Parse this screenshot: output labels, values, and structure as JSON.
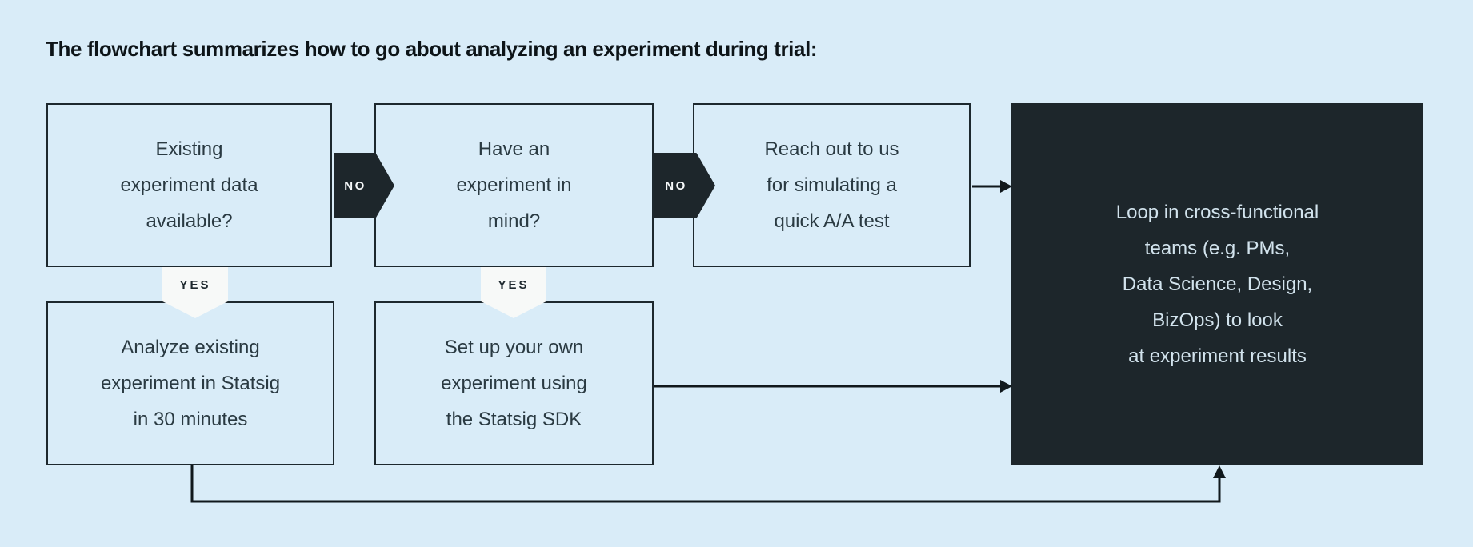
{
  "title": "The flowchart summarizes how to go about analyzing an experiment during trial:",
  "colors": {
    "background": "#d9ecf8",
    "box_border": "#1d282e",
    "box_text": "#2a3a42",
    "dark_box_fill": "#1d262b",
    "dark_box_text": "#d2e3ed",
    "no_badge_fill": "#1d262b",
    "no_badge_text": "#f5f8f9",
    "yes_badge_fill": "#f7f9f8",
    "yes_badge_text": "#1d282e",
    "title_text": "#0d1418"
  },
  "flowchart": {
    "labels": {
      "no": "NO",
      "yes": "YES"
    },
    "decision_boxes": [
      {
        "id": "existing-data",
        "lines": [
          "Existing",
          "experiment data",
          "available?"
        ]
      },
      {
        "id": "experiment-in-mind",
        "lines": [
          "Have an",
          "experiment in",
          "mind?"
        ]
      },
      {
        "id": "reach-out",
        "lines": [
          "Reach out to us",
          "for simulating a",
          "quick A/A test"
        ]
      }
    ],
    "action_boxes": [
      {
        "id": "analyze-existing",
        "lines": [
          "Analyze existing",
          "experiment in Statsig",
          "in 30 minutes"
        ]
      },
      {
        "id": "setup-own",
        "lines": [
          "Set up your own",
          "experiment using",
          "the Statsig SDK"
        ]
      }
    ],
    "result_box": {
      "lines": [
        "Loop in cross-functional",
        "teams (e.g. PMs,",
        "Data Science, Design,",
        "BizOps) to look",
        "at experiment results"
      ]
    }
  }
}
